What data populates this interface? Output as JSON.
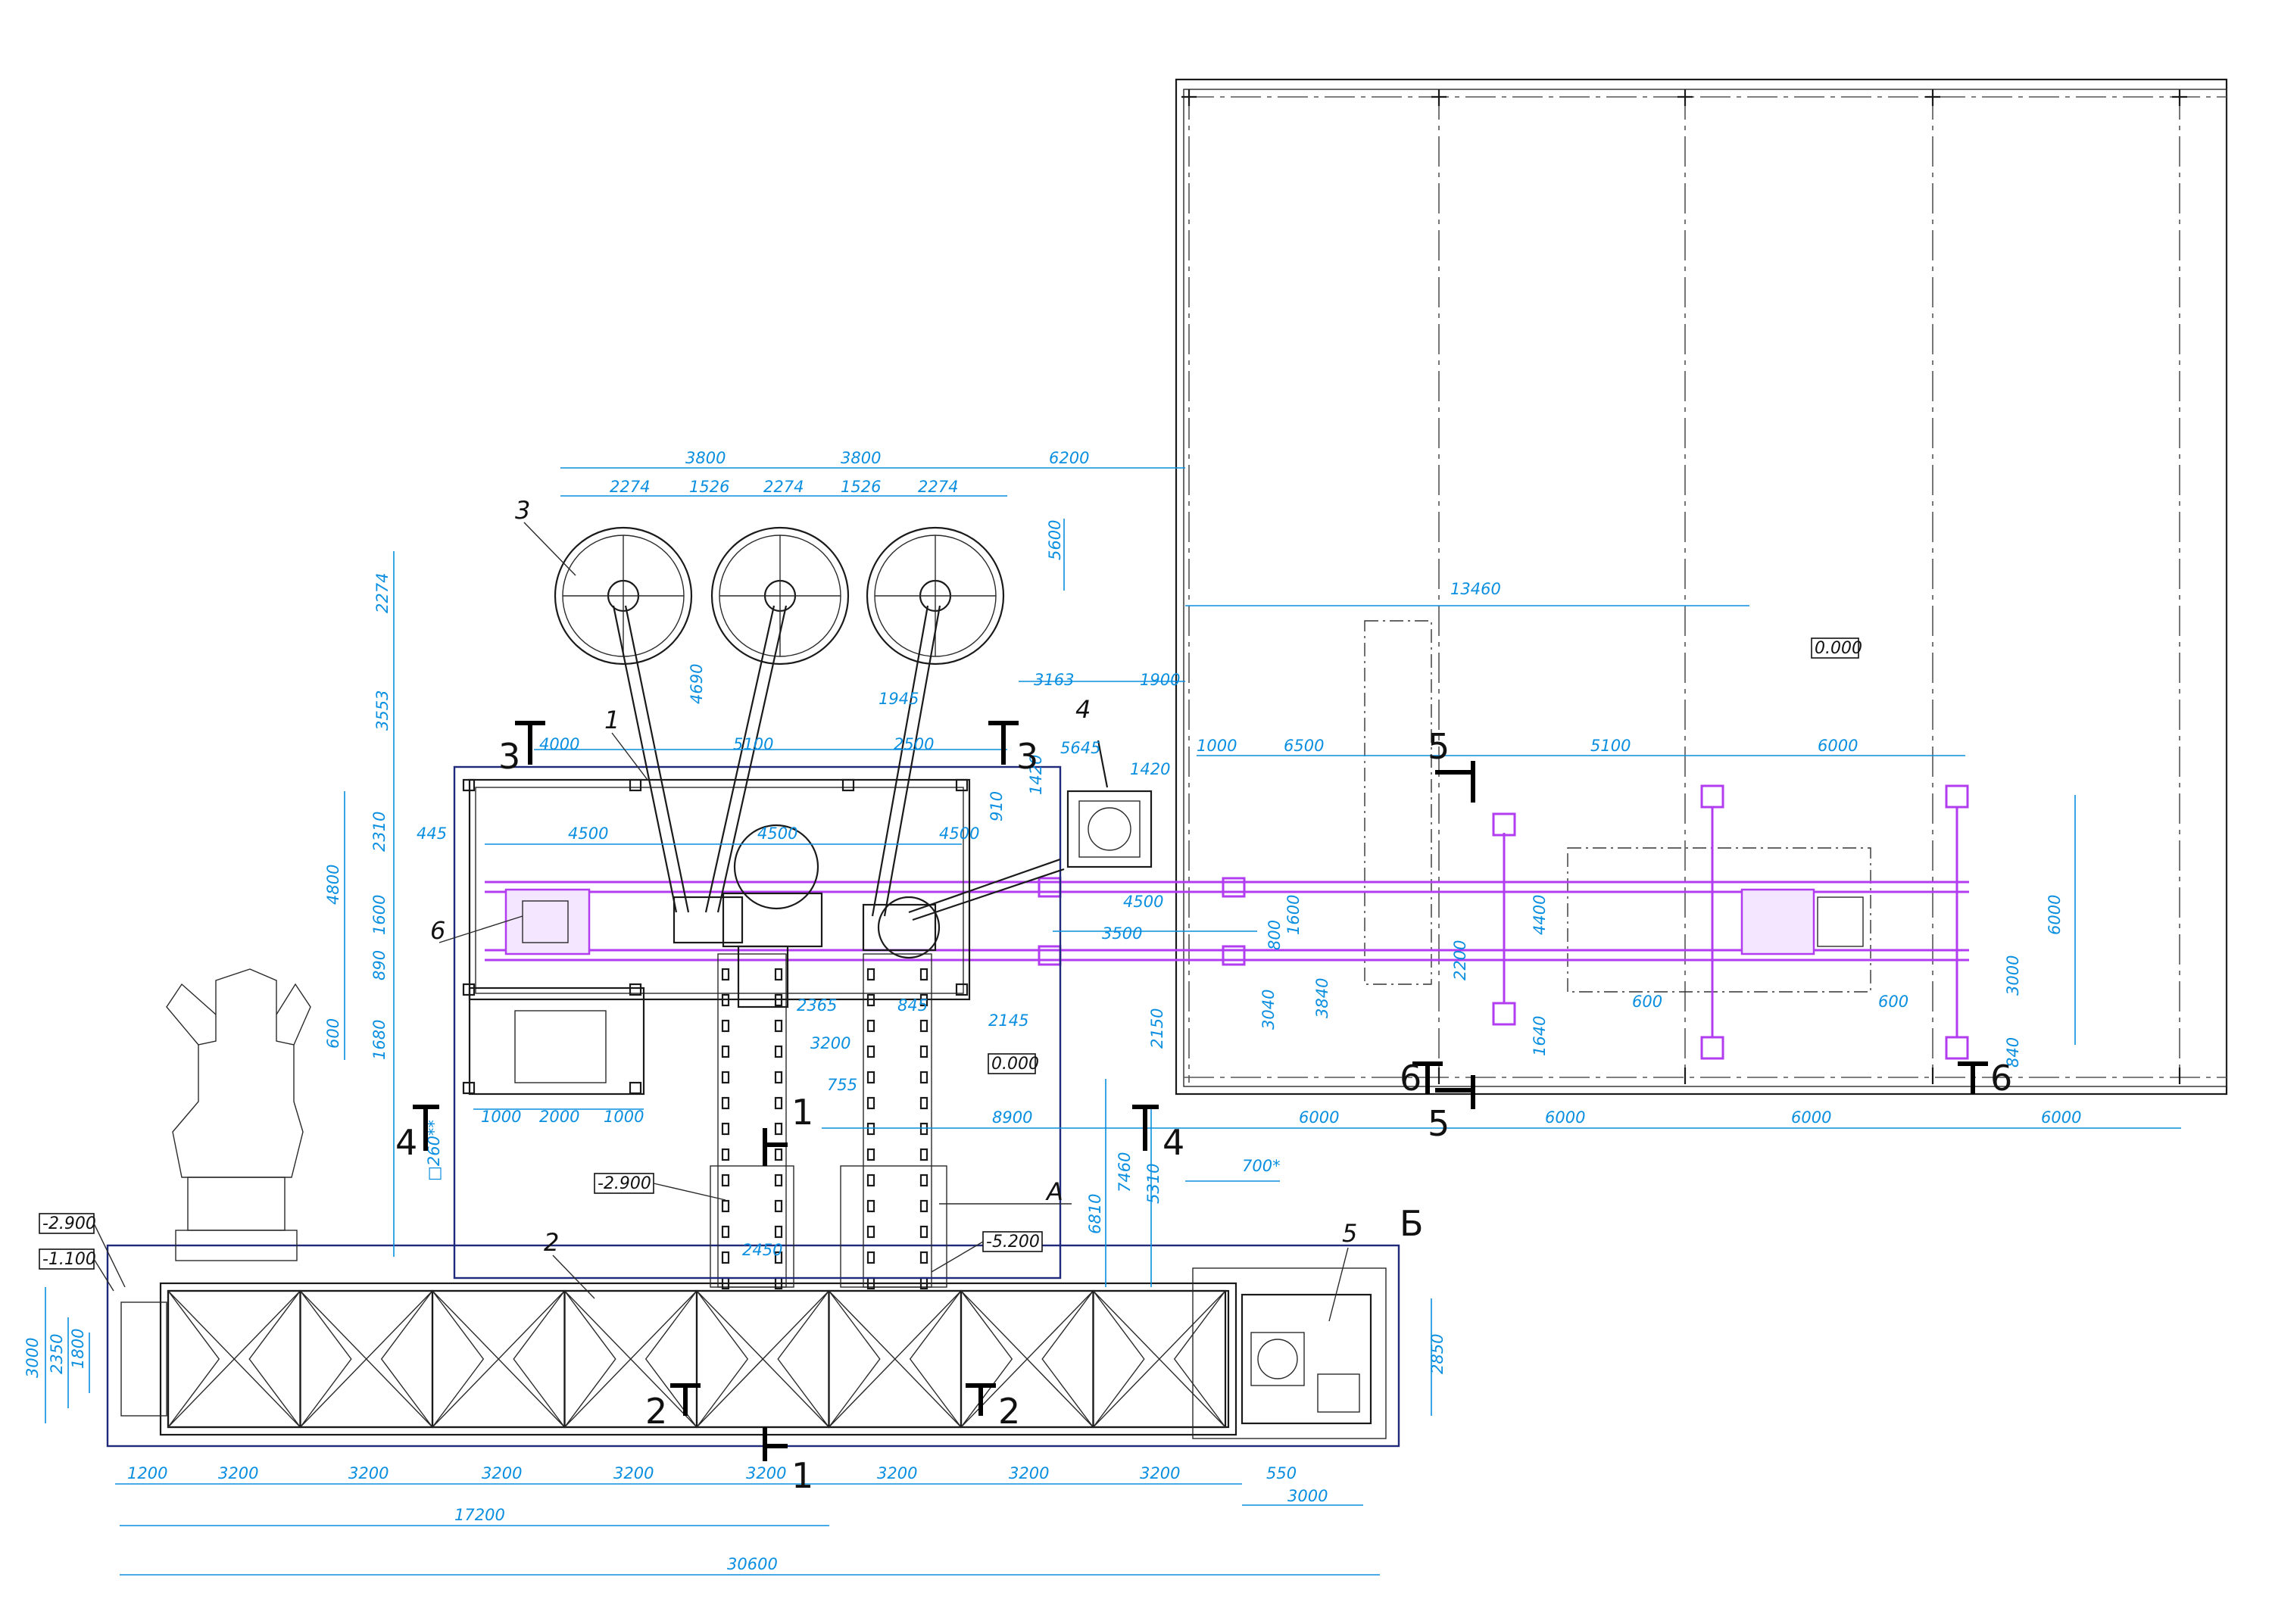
{
  "dimensions": {
    "top_reels": [
      "3800",
      "3800",
      "6200",
      "2274",
      "1526",
      "2274",
      "1526",
      "2274",
      "5600",
      "2274",
      "3553",
      "4690",
      "1945",
      "3163",
      "1900",
      "5645"
    ],
    "frame_top": [
      "4000",
      "5100",
      "2500",
      "1000",
      "6500",
      "5100",
      "6000",
      "1420",
      "1420",
      "910"
    ],
    "frame_mid": [
      "445",
      "4500",
      "4500",
      "4500",
      "4500",
      "3500",
      "2310",
      "4800",
      "1600",
      "890",
      "800",
      "1600",
      "4400",
      "6000",
      "3000",
      "2200",
      "600",
      "600",
      "840",
      "1640"
    ],
    "frame_low": [
      "600",
      "1680",
      "2365",
      "845",
      "3200",
      "755",
      "2145",
      "2150",
      "3040",
      "3840",
      "1000",
      "2000",
      "1000",
      "□260**"
    ],
    "building": [
      "13460",
      "8900",
      "6000",
      "6000",
      "6000",
      "6000",
      "7460",
      "5310",
      "6810",
      "700*",
      "2450"
    ],
    "conveyor": [
      "3000",
      "2350",
      "1800",
      "2850",
      "1200",
      "3200",
      "3200",
      "3200",
      "3200",
      "3200",
      "3200",
      "3200",
      "3200",
      "550",
      "3000",
      "17200",
      "30600"
    ]
  },
  "levels": {
    "l0_top": "0.000",
    "l0_mid": "0.000",
    "l_m2900": "-2.900",
    "l_m5200": "-5.200",
    "l_left_2900": "-2.900",
    "l_left_1100": "-1.100"
  },
  "callouts": {
    "c1": "1",
    "c2": "2",
    "c3": "3",
    "c4": "4",
    "c5": "5",
    "c6": "6",
    "cA": "A",
    "cB": "Б"
  },
  "sections": {
    "s3_left": "3",
    "s3_right": "3",
    "s4_left": "4",
    "s4_right": "4",
    "s1_top": "1",
    "s1_bottom": "1",
    "s2_left": "2",
    "s2_right": "2",
    "s5_top": "5",
    "s5_bottom": "5",
    "s6_left": "6",
    "s6_right": "6"
  },
  "colors": {
    "dimension": "#0a8fe0",
    "equipment": "#1a1a1a",
    "highlight": "#b13cf0",
    "boundary": "#1f2a7a"
  }
}
